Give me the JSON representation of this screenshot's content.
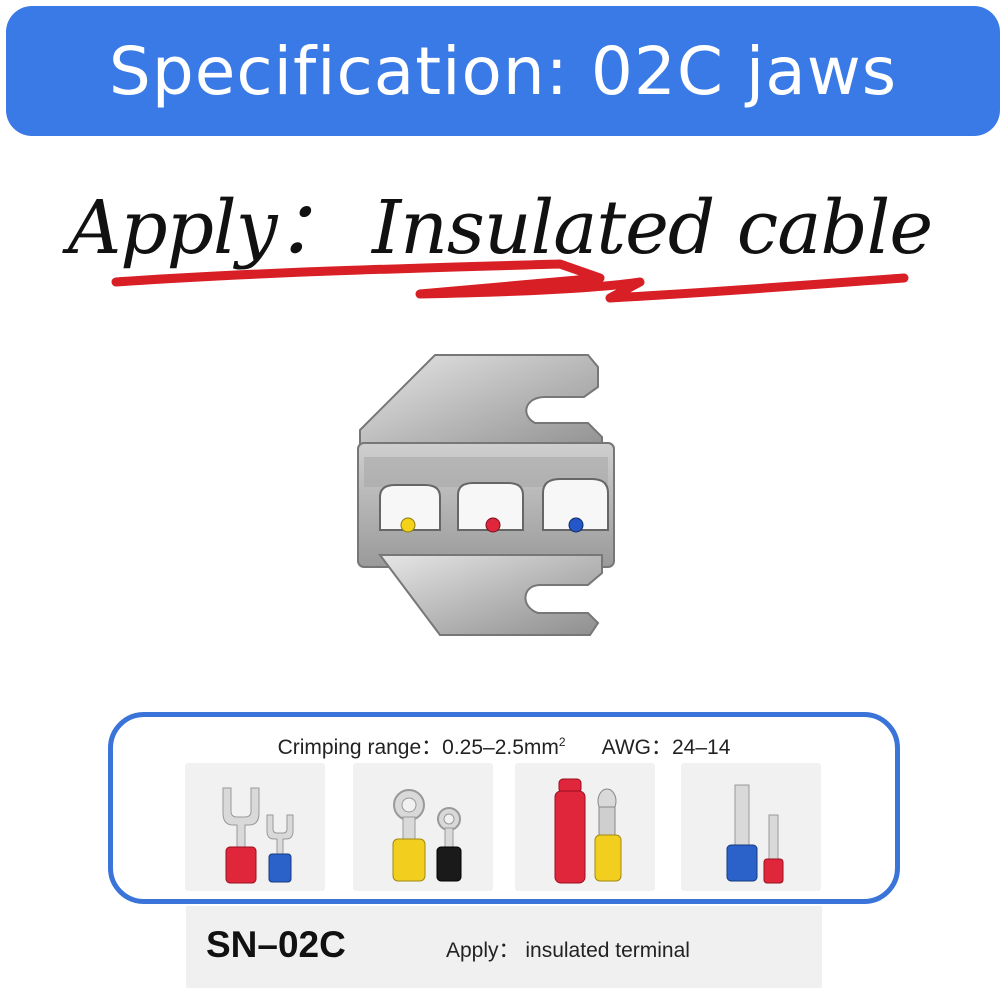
{
  "header": {
    "title": "Specification: 02C jaws"
  },
  "apply_heading": {
    "text": "Apply： Insulated cable"
  },
  "die": {
    "dot_colors": [
      "#f4d21a",
      "#e0263a",
      "#2458c8"
    ]
  },
  "spec_box": {
    "crimp_label": "Crimping range：",
    "crimp_value": "0.25–2.5mm",
    "crimp_unit_sup": "2",
    "awg_label": "AWG：",
    "awg_value": "24–14",
    "terminals": [
      {
        "name": "fork terminals",
        "colors": [
          "#e0263a",
          "#2a62c9"
        ]
      },
      {
        "name": "ring terminals",
        "colors": [
          "#f2cf1e",
          "#1a1a1a"
        ]
      },
      {
        "name": "bullet connectors",
        "colors": [
          "#e0263a",
          "#f2cf1e"
        ]
      },
      {
        "name": "pin terminals",
        "colors": [
          "#2a62c9",
          "#e0263a"
        ]
      }
    ]
  },
  "model": {
    "code": "SN–02C",
    "apply_text": "Apply：  insulated terminal"
  },
  "colors": {
    "accent_blue": "#3a7ae6",
    "box_border": "#3a74d8",
    "underline_red": "#d81f26"
  }
}
